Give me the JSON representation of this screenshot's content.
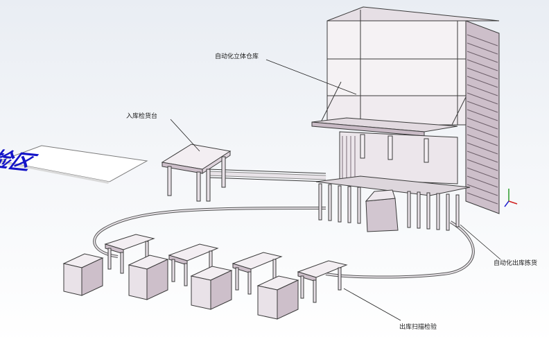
{
  "labels": {
    "warehouse": "自动化立体仓库",
    "inbound_check": "入库检货台",
    "outbound_pick": "自动化出库拣货",
    "outbound_scan": "出库扫描检验",
    "waiting_area": "待检区"
  },
  "colors": {
    "structure_fill": "#f3eef2",
    "structure_shade": "#cdbfca",
    "conveyor": "#d8d2d8",
    "sign_text": "#1414c8",
    "background_top": "#e9edf3"
  }
}
